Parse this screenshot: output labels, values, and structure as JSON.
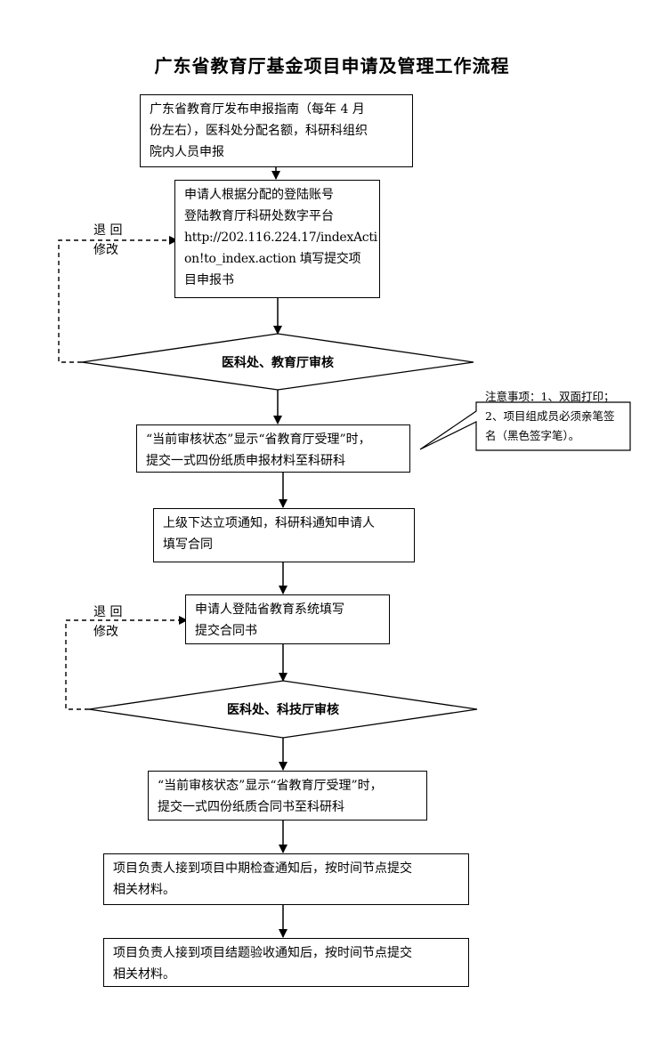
{
  "title": "广东省教育厅基金项目申请及管理工作流程",
  "steps": {
    "s1": [
      "广东省教育厅发布申报指南（每年 4 月",
      "份左右），医科处分配名额，科研科组织",
      "院内人员申报"
    ],
    "s2": [
      "申请人根据分配的登陆账号",
      "登陆教育厅科研处数字平台",
      "http://202.116.224.17/indexActi",
      "on!to_index.action 填写提交项",
      "目申报书"
    ],
    "s3": [
      "“当前审核状态”显示“省教育厅受理”时，",
      "提交一式四份纸质申报材料至科研科"
    ],
    "s4": [
      "上级下达立项通知，科研科通知申请人",
      "填写合同"
    ],
    "s5": [
      "申请人登陆省教育系统填写",
      "提交合同书"
    ],
    "s6": [
      "“当前审核状态”显示“省教育厅受理”时，",
      "提交一式四份纸质合同书至科研科"
    ],
    "s7": [
      "项目负责人接到项目中期检查通知后，按时间节点提交",
      "相关材料。"
    ],
    "s8": [
      "项目负责人接到项目结题验收通知后，按时间节点提交",
      "相关材料。"
    ]
  },
  "decisions": {
    "d1": "医科处、教育厅审核",
    "d2": "医科处、科技厅审核"
  },
  "return_labels": {
    "r1": [
      "退 回",
      "修改"
    ],
    "r2": [
      "退 回",
      "修改"
    ]
  },
  "note": [
    "注意事项：1、双面打印；",
    "2、项目组成员必须亲笔签",
    "名（黑色签字笔）。"
  ]
}
